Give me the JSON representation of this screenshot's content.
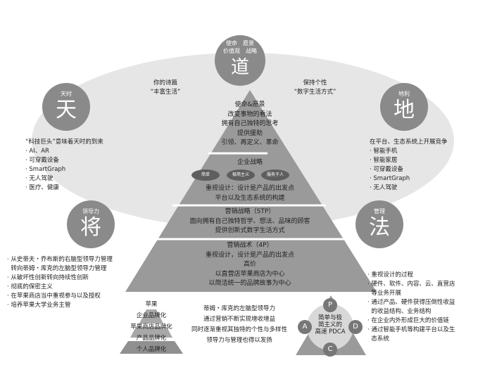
{
  "colors": {
    "ellipse": "#e6e6e6",
    "circle": "#8a8a8a",
    "pyramid": "#999999",
    "pill": "#5e5e5e"
  },
  "dao": {
    "label_top": "使命　愿景",
    "label_bottom": "价值观　战略",
    "char": "道"
  },
  "tian": {
    "label": "天时",
    "char": "天"
  },
  "di": {
    "label": "地利",
    "char": "地"
  },
  "jiang": {
    "label": "领导力",
    "char": "将"
  },
  "fa": {
    "label": "管理",
    "char": "法"
  },
  "left_quote": {
    "line1": "你的诗篇",
    "line2": "“丰富生活”"
  },
  "right_quote": {
    "line1": "保持个性",
    "line2": "“数字生活方式”"
  },
  "tian_text": {
    "intro": "“科技巨头”意味着天时的到来",
    "items": [
      "· AI、AR",
      "· 可穿戴设备",
      "· SmartGraph",
      "· 无人驾驶",
      "· 医疗、健康"
    ]
  },
  "di_text": {
    "intro": "在平台、生态系统上开展竞争",
    "items": [
      "· 智能手机",
      "· 智能家居",
      "· 可穿戴设备",
      "· SmartGraph",
      "· 无人驾驶"
    ]
  },
  "jiang_text": {
    "items": [
      "· 从史蒂夫・乔布斯的右脑型领导力管理",
      "  转向蒂姆・库克的左脑型领导力管理",
      "· 从破坏性创新转向持续性创新",
      "· 彻底的保密主义",
      "· 在苹果商店当中重视参与以及授权",
      "· 培养苹果大学业务主管"
    ]
  },
  "fa_text": {
    "items": [
      "· 重视设计的过程",
      "· 硬件、软件、内容、云、直营店",
      "  等业务开展",
      "· 通过产品、硬件获得压倒性收益",
      "  的收益结构、业务结构",
      "· 在企业内外形成巨大的价值链",
      "· 通过智能手机等构建平台以及生",
      "  态系统"
    ]
  },
  "pyramid": {
    "tier1": [
      "使命&愿景",
      "改变事物的看法",
      "拥有自己独特的思考",
      "提供援助",
      "引领、再定义、革命"
    ],
    "tier2": {
      "title": "企业战略",
      "pills": [
        "简单",
        "极简主义",
        "服务于人"
      ],
      "lines": [
        "重视设计：设计是产品的出发点",
        "平台以及生态系统的构建"
      ]
    },
    "tier3": [
      "营销战略（STP）",
      "面向拥有自己独特哲学、想法、品味的顾客",
      "提供创新式数字生活方式"
    ],
    "tier4": [
      "营销战术（4P）",
      "重视设计，设计是产品的出发点",
      "高价",
      "以直营店苹果商店为中心",
      "以简洁统一的品牌故事为中心"
    ]
  },
  "brand_pyramid": [
    "苹果",
    "企业品牌化",
    "苹果商店品牌化",
    "产品品牌化",
    "个人品牌化"
  ],
  "center_bottom": [
    "蒂姆・库克的左脑型领导力",
    "通过营销不断实现增收增益",
    "同时逐渐重视其独特的个性与多样性",
    "领导力与管理也得以发扬"
  ],
  "pdca": {
    "center": [
      "简单与极",
      "简主义的",
      "高速 PDCA"
    ],
    "p": "P",
    "d": "D",
    "c": "C",
    "a": "A"
  }
}
